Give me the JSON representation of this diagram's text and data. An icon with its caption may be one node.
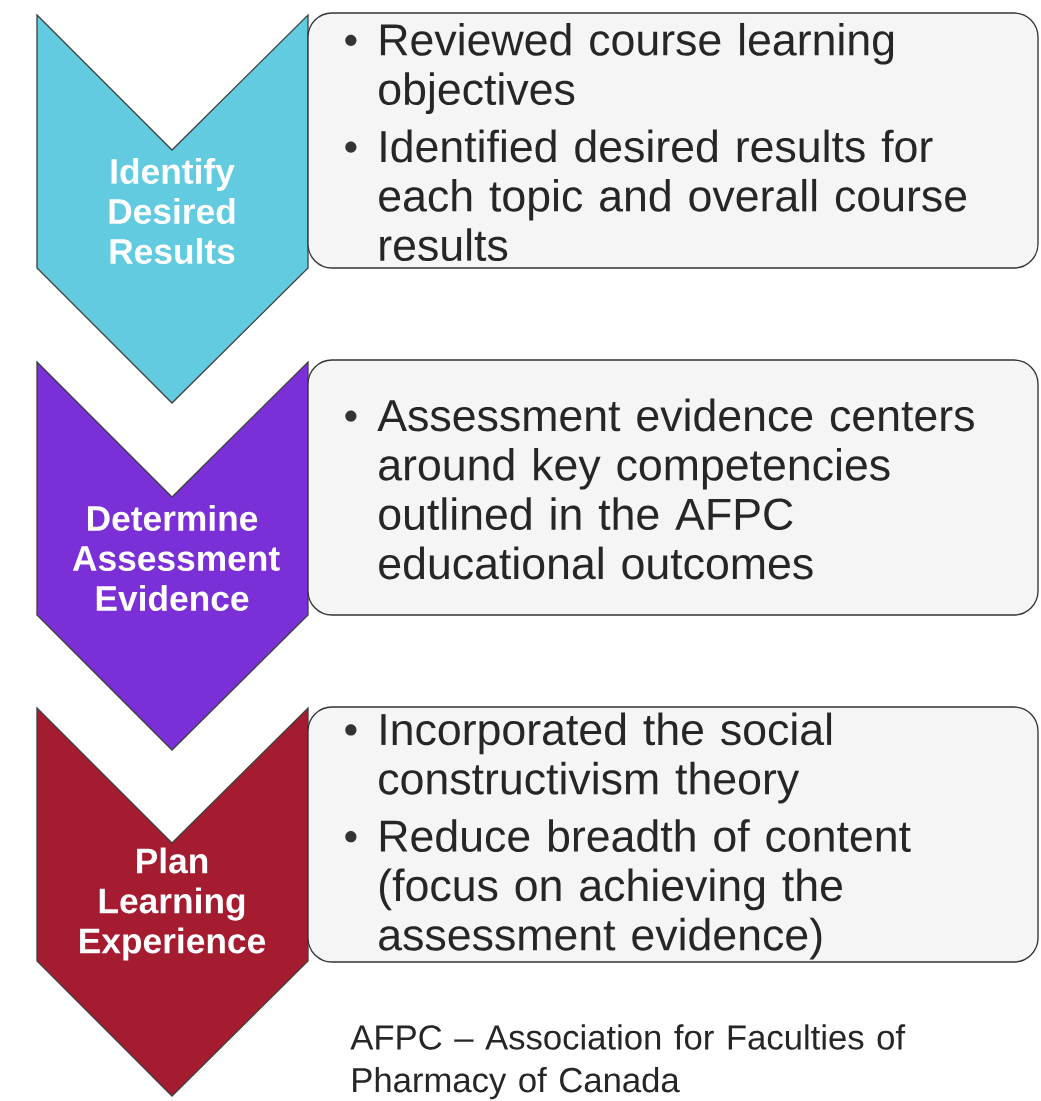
{
  "diagram": {
    "nodes": [
      {
        "text": [
          "Identify Desired Results"
        ]
      },
      {
        "text": [
          "Reviewed course learning objectives",
          "Identified desired results for each topic and overall course results"
        ]
      },
      {
        "text": [
          "Determine Assessment Evidence"
        ]
      },
      {
        "text": [
          "Assessment evidence centers around key competencies outlined in the AFPC educational outcomes"
        ]
      },
      {
        "text": [
          "Plan Learning Experience"
        ]
      },
      {
        "text": [
          "Incorporated the social constructivism theory",
          "Reduce breadth of content (focus on achieving the assessment evidence)"
        ]
      }
    ],
    "labels": [
      "AFPC – Association for Faculties of Pharmacy of Canada"
    ]
  }
}
